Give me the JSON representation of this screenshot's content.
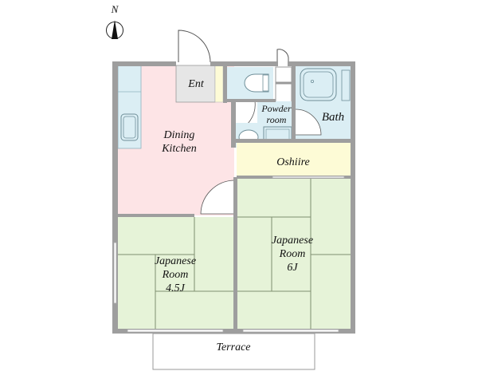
{
  "compass": {
    "label": "N",
    "icon": "north-arrow-icon"
  },
  "rooms": {
    "entrance": {
      "label": "Ent",
      "color": "#e6e6e6"
    },
    "dining_kitchen": {
      "line1": "Dining",
      "line2": "Kitchen",
      "color": "#fde4e6"
    },
    "powder_room": {
      "line1": "Powder",
      "line2": "room",
      "color": "#dbeef4"
    },
    "bath": {
      "label": "Bath",
      "color": "#dbeef4"
    },
    "toilet": {
      "color": "#dbeef4"
    },
    "oshiire": {
      "label": "Oshiire",
      "color": "#fdfbd6"
    },
    "japanese_room_small": {
      "line1": "Japanese",
      "line2": "Room",
      "line3": "4.5J",
      "color": "#e6f3d8"
    },
    "japanese_room_large": {
      "line1": "Japanese",
      "line2": "Room",
      "line3": "6J",
      "color": "#e6f3d8"
    },
    "terrace": {
      "label": "Terrace",
      "color": "#ffffff"
    }
  },
  "colors": {
    "wall": "#9e9e9e",
    "wall_dark": "#7a7a7a",
    "fixture_line": "#6f8f99",
    "tatami_line": "#7f8f70"
  }
}
